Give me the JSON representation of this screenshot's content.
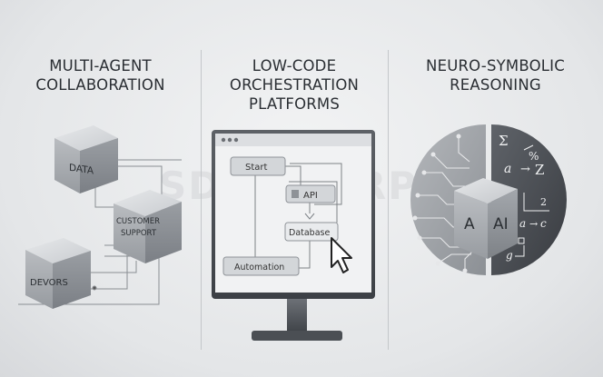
{
  "panels": [
    {
      "title_lines": [
        "MULTI-AGENT",
        "COLLABORATION"
      ],
      "cubes": [
        "DATA",
        "CUSTOMER",
        "SUPPORT",
        "DEVORS"
      ]
    },
    {
      "title_lines": [
        "LOW-CODE",
        "ORCHESTRATION",
        "PLATFORMS"
      ],
      "nodes": {
        "start": "Start",
        "api": "API",
        "database": "Database",
        "automation": "Automation"
      }
    },
    {
      "title_lines": [
        "NEURO-SYMBOLIC",
        "REASONING"
      ],
      "cube_letters": [
        "A",
        "AI"
      ],
      "symbols": [
        "Σ",
        "%",
        "a",
        "→",
        "Z",
        "2",
        "a",
        "→",
        "c",
        "g"
      ]
    }
  ],
  "watermark": "SDLC CORP",
  "colors": {
    "background": "#e7e8ea",
    "cube_top": "#d9dbdd",
    "cube_left": "#a9acb0",
    "cube_right": "#8b8f94",
    "line": "#8a8e93",
    "dark_half": "#4a4e54"
  }
}
